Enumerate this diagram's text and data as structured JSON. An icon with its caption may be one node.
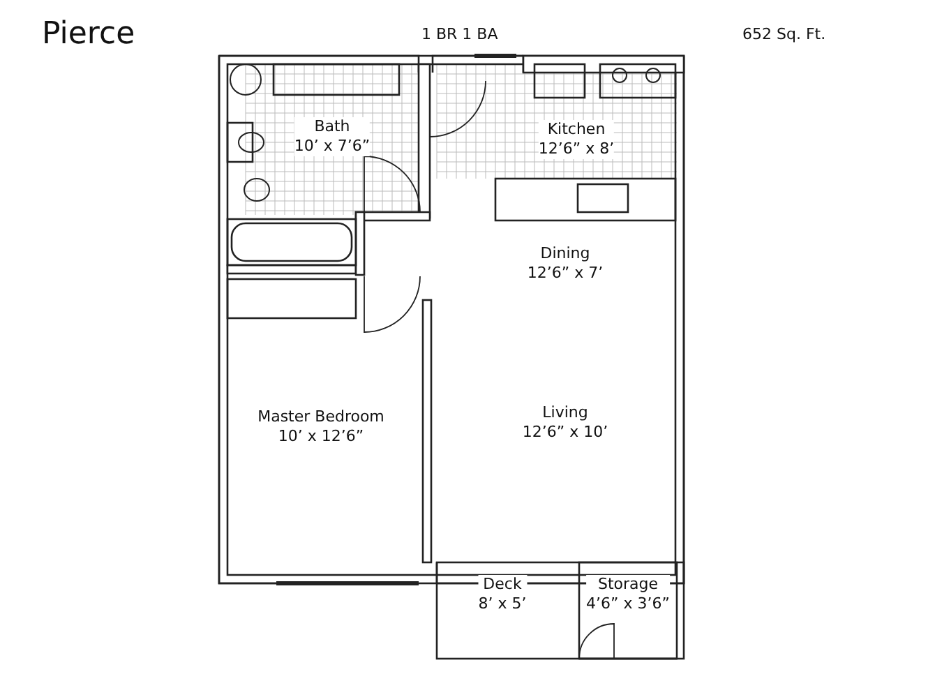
{
  "diagram": {
    "title": "Pierce",
    "nodes": [
      {
        "text": [
          "Bath",
          "10’ x 7’6”"
        ]
      },
      {
        "text": [
          "Kitchen",
          "12’6” x 8’"
        ]
      },
      {
        "text": [
          "Dining",
          "12’6” x 7’"
        ]
      },
      {
        "text": [
          "Master Bedroom",
          "10’ x 12’6”"
        ]
      },
      {
        "text": [
          "Living",
          "12’6” x 10’"
        ]
      },
      {
        "text": [
          "Deck",
          "8’ x 5’"
        ]
      },
      {
        "text": [
          "Storage",
          "4’6” x 3’6”"
        ]
      }
    ],
    "labels": [
      "1 BR 1 BA",
      "652 Sq. Ft."
    ]
  }
}
